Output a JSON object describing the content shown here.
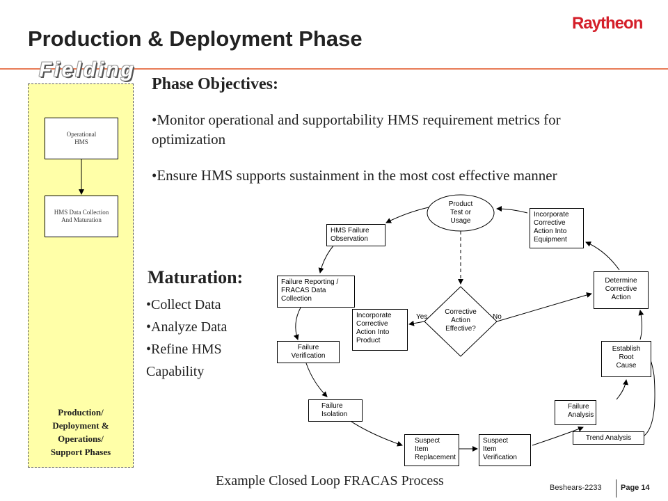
{
  "header": {
    "title": "Production & Deployment Phase",
    "logo": "Raytheon",
    "phase_banner": "Fielding"
  },
  "sidebar": {
    "box1": "Operational\nHMS",
    "box2": "HMS Data Collection\nAnd Maturation",
    "caption": "Production/\nDeployment &\nOperations/\nSupport Phases"
  },
  "objectives": {
    "heading": "Phase Objectives:",
    "bullets": [
      "•Monitor operational and supportability HMS requirement metrics for optimization",
      "•Ensure HMS supports sustainment in the most cost effective manner"
    ]
  },
  "maturation": {
    "heading": "Maturation:",
    "items": [
      "•Collect Data",
      "•Analyze Data",
      "•Refine HMS",
      "Capability"
    ]
  },
  "diagram": {
    "product_test": "Product\nTest or\nUsage",
    "hms_failure_observation": "HMS Failure\nObservation",
    "incorporate_equipment": "Incorporate\nCorrective\nAction Into\nEquipment",
    "failure_reporting": "Failure Reporting /\nFRACAS Data\nCollection",
    "determine_corrective": "Determine\nCorrective\nAction",
    "incorporate_product": "Incorporate\nCorrective\nAction Into\nProduct",
    "decision": "Corrective\nAction\nEffective?",
    "yes": "Yes",
    "no": "No",
    "failure_verification": "Failure\nVerification",
    "establish_root": "Establish\nRoot\nCause",
    "failure_isolation": "Failure\nIsolation",
    "failure_analysis": "Failure\nAnalysis",
    "trend_analysis": "Trend Analysis",
    "suspect_replacement": "Suspect\nItem\nReplacement",
    "suspect_verification": "Suspect\nItem\nVerification"
  },
  "caption": "Example Closed Loop FRACAS Process",
  "footer": {
    "author": "Beshears-2233",
    "page": "Page 14"
  },
  "colors": {
    "logo": "#d41f2a",
    "rule": "#e87a55",
    "panel": "#ffffa8"
  }
}
